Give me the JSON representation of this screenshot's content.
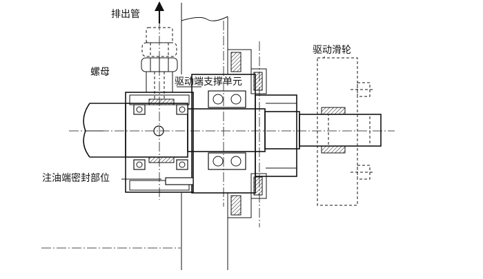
{
  "labels": {
    "discharge_pipe": "排出管",
    "nut": "螺母",
    "drive_support_unit": "驱动端支撑单元",
    "drive_pulley": "驱动滑轮",
    "oil_seal_position": "注油端密封部位"
  }
}
